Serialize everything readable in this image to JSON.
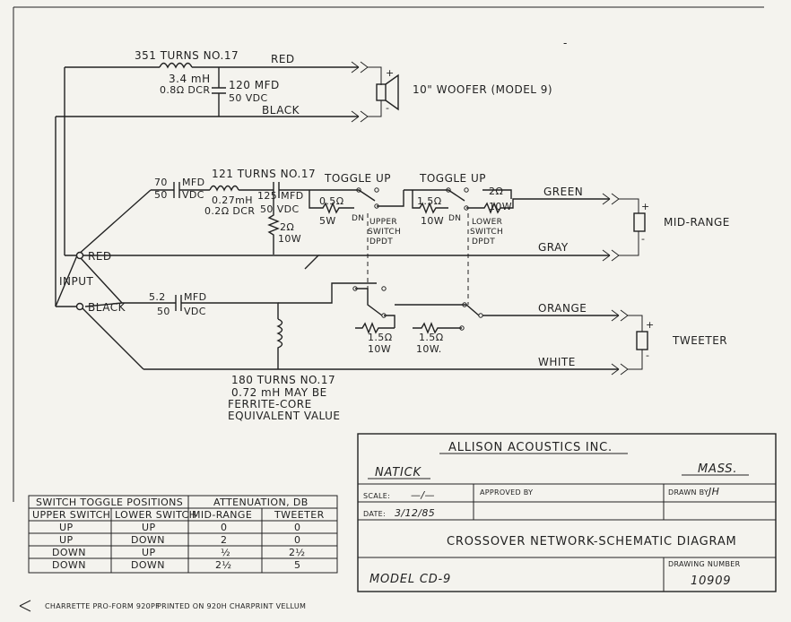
{
  "woofer": {
    "coil_turns": "351 TURNS NO.17",
    "coil_mh": "3.4 mH",
    "coil_dcr": "0.8Ω DCR",
    "cap_mfd": "120 MFD",
    "cap_vdc": "50 VDC",
    "wire_red": "RED",
    "wire_black": "BLACK",
    "speaker_plus": "+",
    "speaker_minus": "-",
    "speaker_label": "10\" WOOFER (MODEL 9)"
  },
  "midrange": {
    "cap1_mfd": "70",
    "cap1_mfd_unit": "MFD",
    "cap1_vdc": "50",
    "cap1_vdc_unit": "VDC",
    "coil_turns": "121 TURNS NO.17",
    "coil_mh": "0.27mH",
    "coil_dcr": "0.2Ω DCR",
    "cap2_mfd": "125 MFD",
    "cap2_vdc": "50 VDC",
    "res_shunt": "2Ω",
    "res_shunt_w": "10W",
    "res1": "0.5Ω",
    "res1_w": "5W",
    "res2": "1.5Ω",
    "res2_w": "10W",
    "res3": "2Ω",
    "res3_w": "10W",
    "toggle1": "TOGGLE UP",
    "toggle2": "TOGGLE UP",
    "dn1": "DN",
    "dn2": "DN",
    "upper_switch": [
      "UPPER",
      "SWITCH",
      "DPDT"
    ],
    "lower_switch": [
      "LOWER",
      "SWITCH",
      "DPDT"
    ],
    "wire_green": "GREEN",
    "wire_gray": "GRAY",
    "speaker_plus": "+",
    "speaker_minus": "-",
    "speaker_label": "MID-RANGE"
  },
  "input": {
    "label": "INPUT",
    "red": "RED",
    "black": "BLACK"
  },
  "tweeter": {
    "cap_mfd": "5.2",
    "cap_mfd_unit": "MFD",
    "cap_vdc": "50",
    "cap_vdc_unit": "VDC",
    "res1": "1.5Ω",
    "res1_w": "10W",
    "res2": "1.5Ω",
    "res2_w": "10W.",
    "wire_orange": "ORANGE",
    "wire_white": "WHITE",
    "speaker_plus": "+",
    "speaker_minus": "-",
    "speaker_label": "TWEETER",
    "coil_note": [
      "180 TURNS NO.17",
      "0.72 mH MAY BE",
      "FERRITE-CORE",
      "EQUIVALENT VALUE"
    ]
  },
  "table": {
    "header_left": "SWITCH TOGGLE POSITIONS",
    "header_right": "ATTENUATION, DB",
    "columns": [
      "UPPER SWITCH",
      "LOWER SWITCH",
      "MID-RANGE",
      "TWEETER"
    ],
    "rows": [
      [
        "UP",
        "UP",
        "0",
        "0"
      ],
      [
        "UP",
        "DOWN",
        "2",
        "0"
      ],
      [
        "DOWN",
        "UP",
        "½",
        "2½"
      ],
      [
        "DOWN",
        "DOWN",
        "2½",
        "5"
      ]
    ]
  },
  "title_block": {
    "company": "ALLISON ACOUSTICS INC.",
    "city": "NATICK",
    "state": "MASS.",
    "scale_label": "SCALE:",
    "scale_value": "—/—",
    "approved_label": "APPROVED BY",
    "drawn_label": "DRAWN BY",
    "drawn_value": "JH",
    "date_label": "DATE:",
    "date_value": "3/12/85",
    "title": "CROSSOVER NETWORK-SCHEMATIC DIAGRAM",
    "model": "MODEL CD-9",
    "drawing_number_label": "DRAWING NUMBER",
    "drawing_number": "10909"
  },
  "footer": {
    "left": "CHARRETTE PRO-FORM 920PF",
    "right": "PRINTED ON 920H CHARPRINT VELLUM"
  }
}
